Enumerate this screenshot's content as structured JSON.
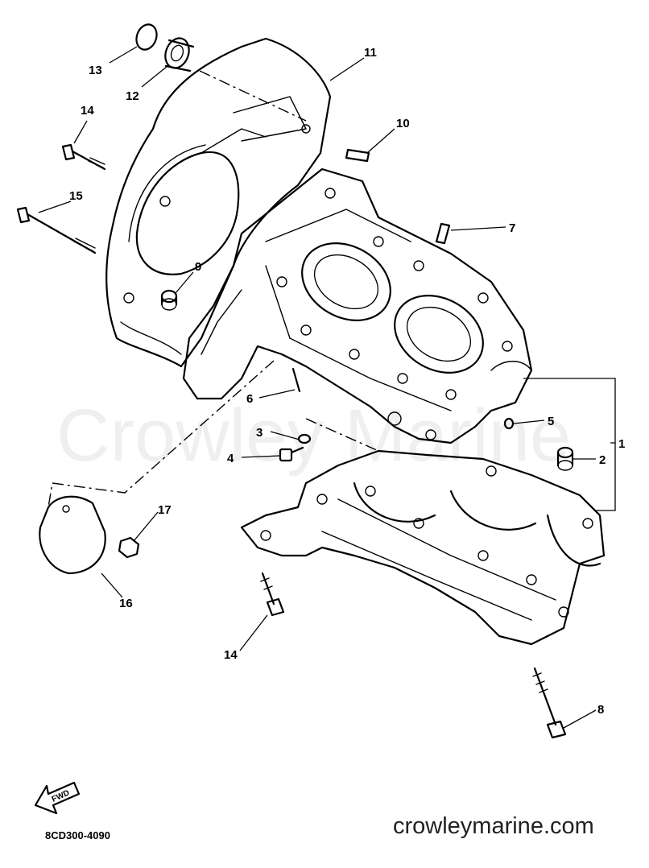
{
  "diagram": {
    "callouts": [
      "1",
      "2",
      "3",
      "4",
      "5",
      "6",
      "7",
      "8",
      "9",
      "10",
      "11",
      "12",
      "13",
      "14",
      "15",
      "16",
      "17",
      "14"
    ],
    "fwd_label": "FWD",
    "part_code": "8CD300-4090",
    "watermark": "Crowley Marine",
    "site_url": "crowleymarine.com"
  }
}
